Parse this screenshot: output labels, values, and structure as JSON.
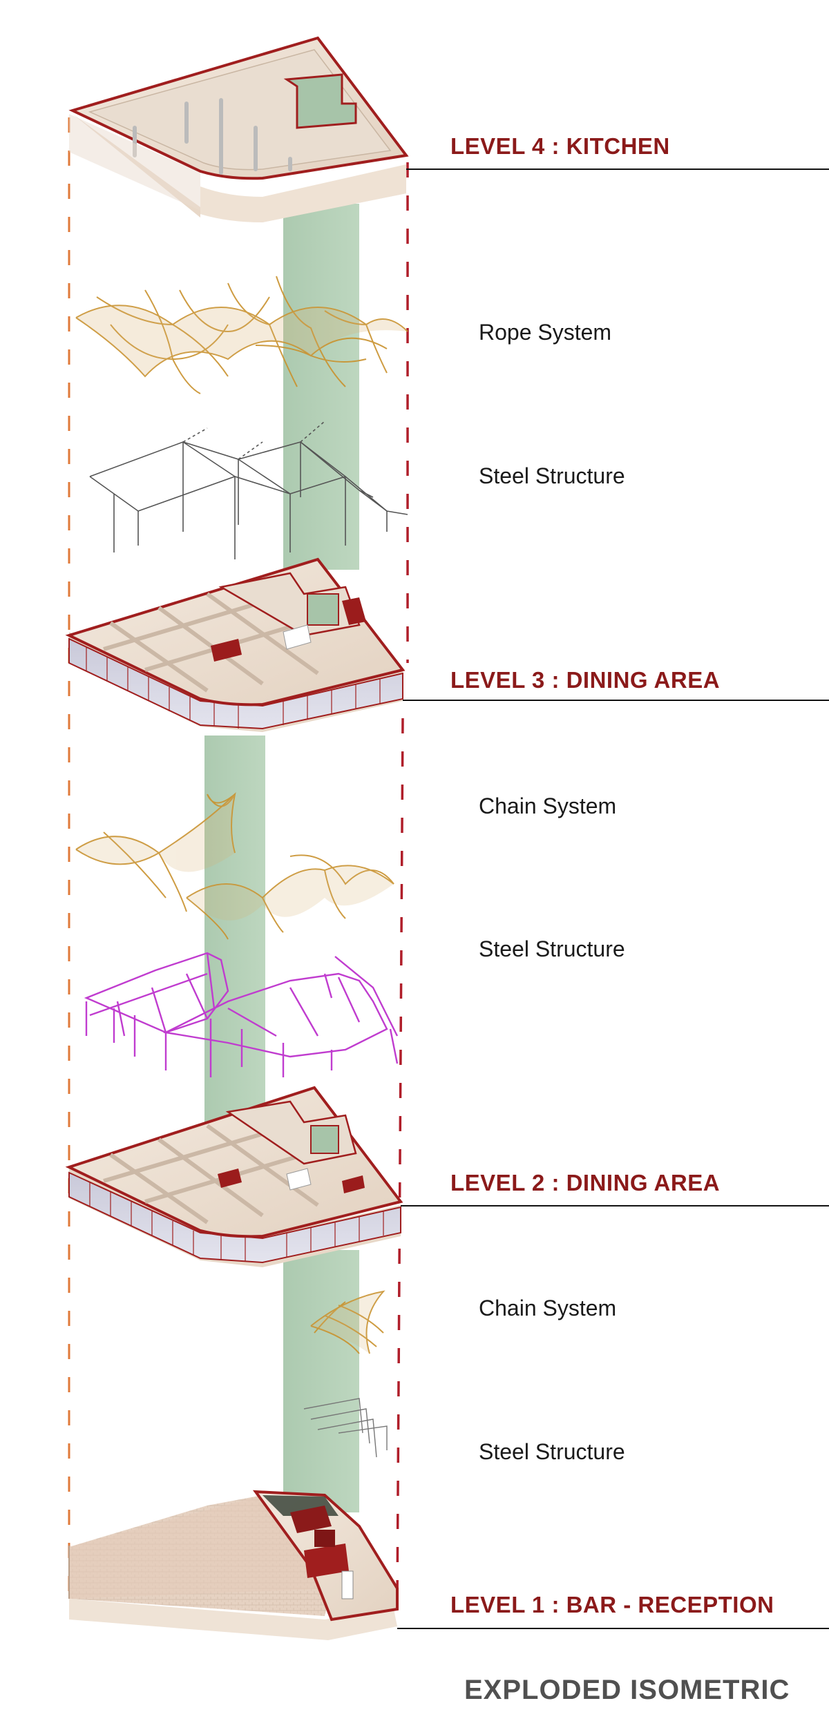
{
  "levels": {
    "level4": "LEVEL 4 : KITCHEN",
    "level3": "LEVEL 3 : DINING AREA",
    "level2": "LEVEL 2 : DINING AREA",
    "level1": "LEVEL 1 : BAR - RECEPTION"
  },
  "components": {
    "rope_system": "Rope System",
    "steel_structure_upper": "Steel Structure",
    "chain_system_upper": "Chain System",
    "steel_structure_middle": "Steel Structure",
    "chain_system_lower": "Chain System",
    "steel_structure_lower": "Steel Structure"
  },
  "title": "EXPLODED ISOMETRIC",
  "colors": {
    "level_label": "#8b1a1a",
    "slab_edge": "#a01e1e",
    "slab_fill": "#efe3d6",
    "core_shaft": "#a9c8ac",
    "rope_color": "#c9922e",
    "steel_upper": "#555555",
    "steel_middle": "#c03ccf",
    "left_dash": "#e07a3a",
    "right_dash": "#b01e2a",
    "title": "#505050"
  }
}
